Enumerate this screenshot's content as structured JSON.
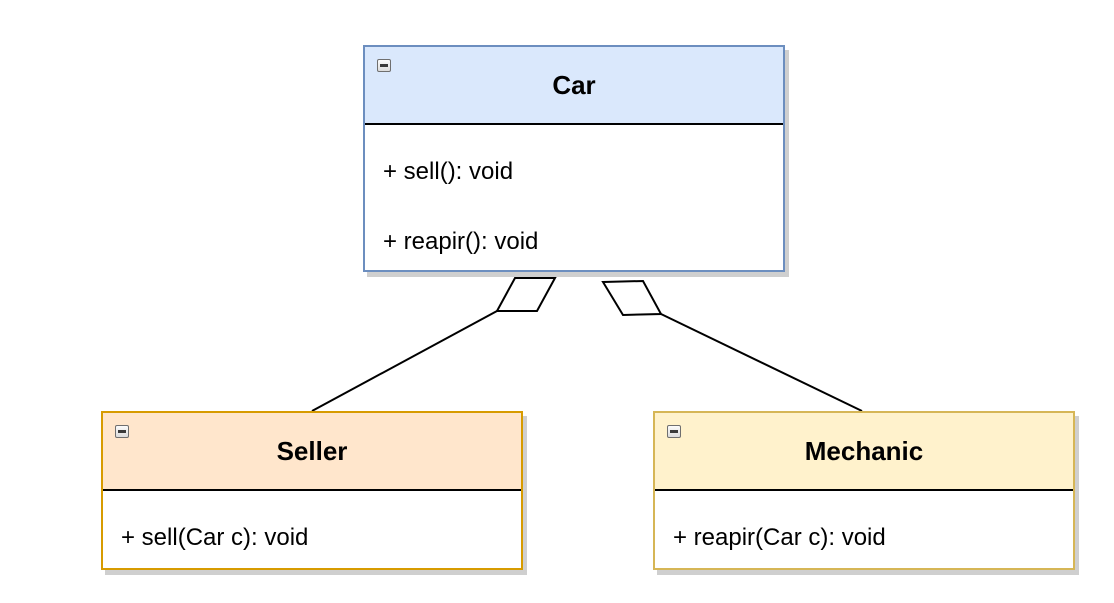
{
  "diagram": {
    "type": "uml-class-diagram",
    "classes": {
      "car": {
        "name": "Car",
        "methods": [
          "+ sell(): void",
          "+ reapir(): void"
        ],
        "header_fill": "#dae8fc",
        "border_color": "#6c8ebf"
      },
      "seller": {
        "name": "Seller",
        "methods": [
          "+ sell(Car c): void"
        ],
        "header_fill": "#ffe6cc",
        "border_color": "#d79b00"
      },
      "mechanic": {
        "name": "Mechanic",
        "methods": [
          "+ reapir(Car c): void"
        ],
        "header_fill": "#fff2cc",
        "border_color": "#d6b656"
      }
    },
    "relations": [
      {
        "type": "aggregation",
        "from": "Seller",
        "to": "Car"
      },
      {
        "type": "aggregation",
        "from": "Mechanic",
        "to": "Car"
      }
    ]
  }
}
